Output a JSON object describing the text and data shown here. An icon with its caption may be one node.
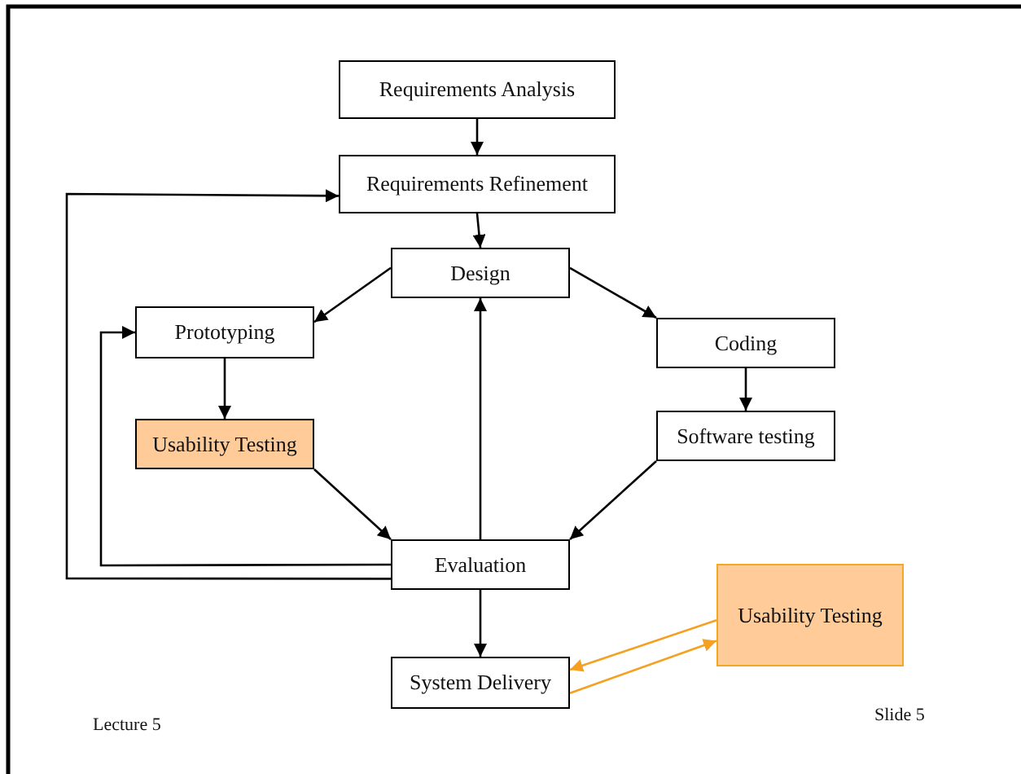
{
  "diagram": {
    "nodes": [
      {
        "text": [
          "Requirements Analysis"
        ]
      },
      {
        "text": [
          "Requirements Refinement"
        ]
      },
      {
        "text": [
          "Design"
        ]
      },
      {
        "text": [
          "Prototyping"
        ]
      },
      {
        "text": [
          "Coding"
        ]
      },
      {
        "text": [
          "Usability Testing"
        ]
      },
      {
        "text": [
          "Software testing"
        ]
      },
      {
        "text": [
          "Evaluation"
        ]
      },
      {
        "text": [
          "Usability Testing"
        ]
      },
      {
        "text": [
          "System Delivery"
        ]
      }
    ],
    "edges": [
      {
        "from": 0,
        "to": 1,
        "arrow": "to"
      },
      {
        "from": 1,
        "to": 2,
        "arrow": "to"
      },
      {
        "from": 2,
        "to": 3,
        "arrow": "to"
      },
      {
        "from": 2,
        "to": 4,
        "arrow": "to"
      },
      {
        "from": 3,
        "to": 5,
        "arrow": "to"
      },
      {
        "from": 4,
        "to": 6,
        "arrow": "to"
      },
      {
        "from": 5,
        "to": 7,
        "arrow": "to"
      },
      {
        "from": 6,
        "to": 7,
        "arrow": "to"
      },
      {
        "from": 7,
        "to": 2,
        "arrow": "to"
      },
      {
        "from": 7,
        "to": 3,
        "arrow": "to"
      },
      {
        "from": 7,
        "to": 1,
        "arrow": "to"
      },
      {
        "from": 7,
        "to": 9,
        "arrow": "to"
      },
      {
        "from": 8,
        "to": 9,
        "arrow": "to",
        "color": "#f5a020"
      },
      {
        "from": 9,
        "to": 8,
        "arrow": "to",
        "color": "#f5a020"
      }
    ],
    "labels": [
      "Lecture 5",
      "Slide 5"
    ]
  }
}
